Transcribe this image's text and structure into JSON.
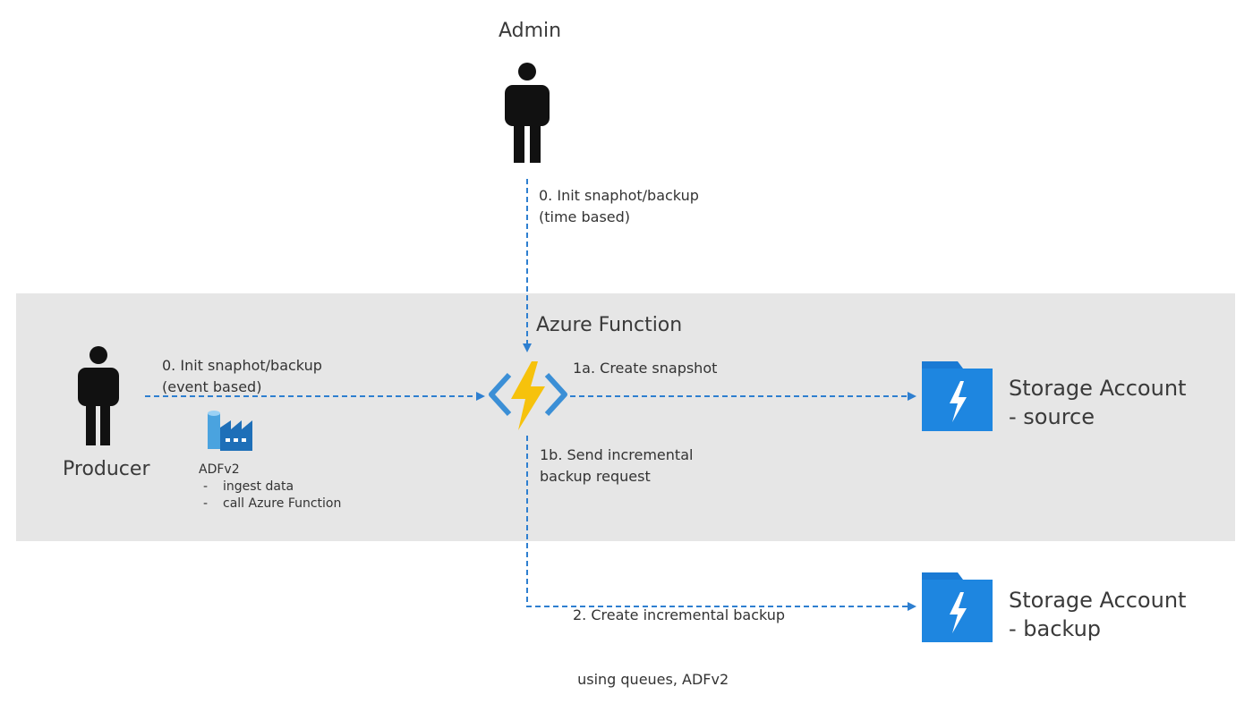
{
  "admin": {
    "label": "Admin",
    "icon": "person-icon"
  },
  "admin_arrow": {
    "line1": "0. Init snaphot/backup",
    "line2": "(time based)"
  },
  "azure_function": {
    "label": "Azure Function",
    "icon": "azure-function-icon",
    "accent": "#f6c20c",
    "frame": "#3b8fd6"
  },
  "producer": {
    "label": "Producer",
    "icon": "person-icon"
  },
  "producer_arrow": {
    "line1": "0. Init snaphot/backup",
    "line2": "(event based)"
  },
  "adf": {
    "title": "ADFv2",
    "items": [
      "ingest data",
      "call Azure Function"
    ],
    "icon": "data-factory-icon"
  },
  "step_1a": {
    "label": "1a. Create snapshot"
  },
  "step_1b": {
    "line1": "1b. Send incremental",
    "line2": "backup request"
  },
  "step_2": {
    "line1": "2. Create incremental backup",
    "line2": " using queues, ADFv2"
  },
  "storage_source": {
    "line1": "Storage Account",
    "line2": "- source",
    "icon": "storage-folder-icon"
  },
  "storage_backup": {
    "line1": "Storage Account",
    "line2": "- backup",
    "icon": "storage-folder-icon"
  },
  "colors": {
    "band": "#e6e6e6",
    "arrow": "#2e7fd0",
    "storage": "#1a7ad4"
  }
}
